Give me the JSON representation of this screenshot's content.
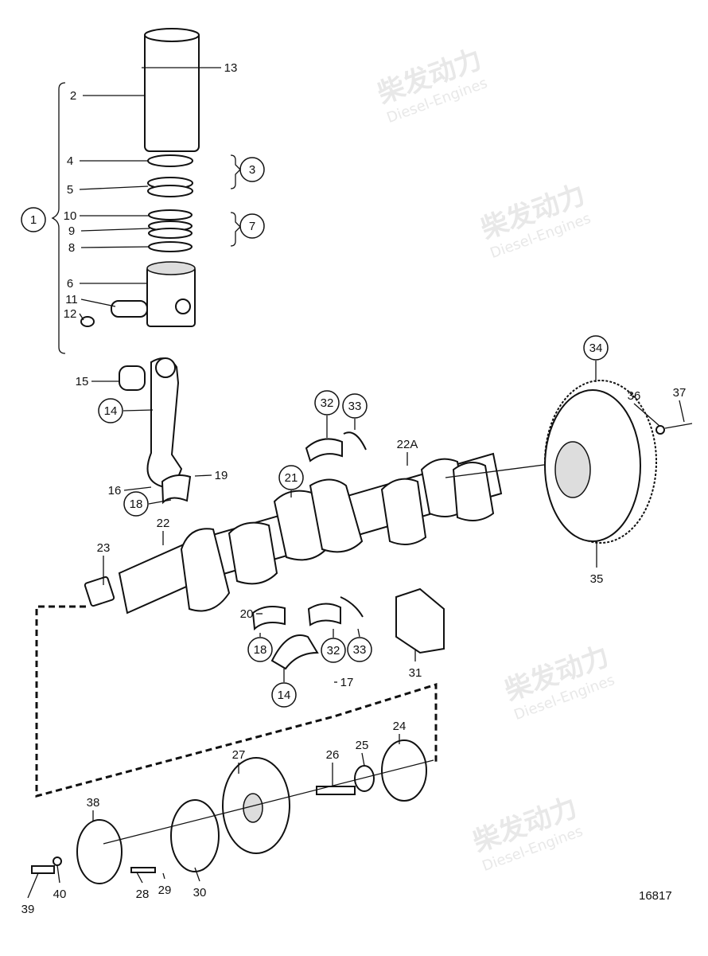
{
  "diagram": {
    "figure_number": "16817",
    "watermark": {
      "cn": "柴发动力",
      "en": "Diesel-Engines"
    },
    "callouts": [
      {
        "id": "13",
        "circled": false
      },
      {
        "id": "2",
        "circled": false
      },
      {
        "id": "4",
        "circled": false
      },
      {
        "id": "5",
        "circled": false
      },
      {
        "id": "3",
        "circled": true
      },
      {
        "id": "1",
        "circled": true
      },
      {
        "id": "10",
        "circled": false
      },
      {
        "id": "9",
        "circled": false
      },
      {
        "id": "8",
        "circled": false
      },
      {
        "id": "7",
        "circled": true
      },
      {
        "id": "6",
        "circled": false
      },
      {
        "id": "11",
        "circled": false
      },
      {
        "id": "12",
        "circled": false
      },
      {
        "id": "15",
        "circled": false
      },
      {
        "id": "14",
        "circled": true
      },
      {
        "id": "16",
        "circled": false
      },
      {
        "id": "18",
        "circled": true
      },
      {
        "id": "19",
        "circled": false
      },
      {
        "id": "32",
        "circled": true
      },
      {
        "id": "33",
        "circled": true
      },
      {
        "id": "22A",
        "circled": false
      },
      {
        "id": "21",
        "circled": true
      },
      {
        "id": "22",
        "circled": false
      },
      {
        "id": "23",
        "circled": false
      },
      {
        "id": "20",
        "circled": false
      },
      {
        "id": "18",
        "circled": true
      },
      {
        "id": "32",
        "circled": true
      },
      {
        "id": "33",
        "circled": true
      },
      {
        "id": "14",
        "circled": true
      },
      {
        "id": "17",
        "circled": false
      },
      {
        "id": "31",
        "circled": false
      },
      {
        "id": "34",
        "circled": true
      },
      {
        "id": "36",
        "circled": false
      },
      {
        "id": "37",
        "circled": false
      },
      {
        "id": "35",
        "circled": false
      },
      {
        "id": "24",
        "circled": false
      },
      {
        "id": "25",
        "circled": false
      },
      {
        "id": "26",
        "circled": false
      },
      {
        "id": "27",
        "circled": false
      },
      {
        "id": "38",
        "circled": false
      },
      {
        "id": "39",
        "circled": false
      },
      {
        "id": "40",
        "circled": false
      },
      {
        "id": "28",
        "circled": false
      },
      {
        "id": "29",
        "circled": false
      },
      {
        "id": "30",
        "circled": false
      }
    ]
  }
}
